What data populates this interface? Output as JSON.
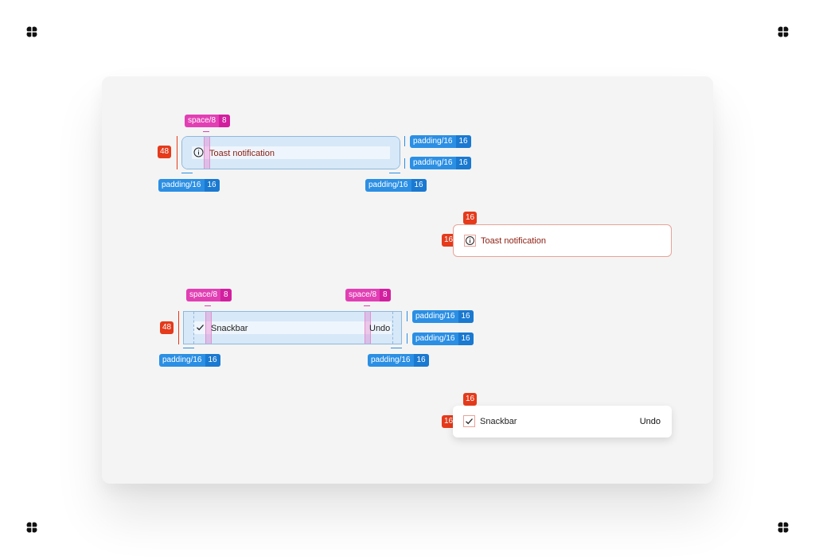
{
  "spec_toast": {
    "height_badge": "48",
    "space_tag": {
      "name": "space/8",
      "value": "8"
    },
    "padding_right_top": {
      "name": "padding/16",
      "value": "16"
    },
    "padding_right_bottom": {
      "name": "padding/16",
      "value": "16"
    },
    "padding_bottom_left": {
      "name": "padding/16",
      "value": "16"
    },
    "padding_bottom_right": {
      "name": "padding/16",
      "value": "16"
    },
    "text": "Toast notification"
  },
  "toast": {
    "top_badge": "16",
    "left_badge": "16",
    "text": "Toast notification"
  },
  "spec_snackbar": {
    "height_badge": "48",
    "space_tag_left": {
      "name": "space/8",
      "value": "8"
    },
    "space_tag_right": {
      "name": "space/8",
      "value": "8"
    },
    "padding_right_top": {
      "name": "padding/16",
      "value": "16"
    },
    "padding_right_bottom": {
      "name": "padding/16",
      "value": "16"
    },
    "padding_bottom_left": {
      "name": "padding/16",
      "value": "16"
    },
    "padding_bottom_right": {
      "name": "padding/16",
      "value": "16"
    },
    "text": "Snackbar",
    "action": "Undo"
  },
  "snackbar": {
    "top_badge": "16",
    "left_badge": "16",
    "text": "Snackbar",
    "action": "Undo"
  },
  "colors": {
    "padding_blue": "#2b8fe4",
    "space_pink": "#e23fb4",
    "size_red": "#e53a1b",
    "toast_text": "#8c1d10"
  }
}
